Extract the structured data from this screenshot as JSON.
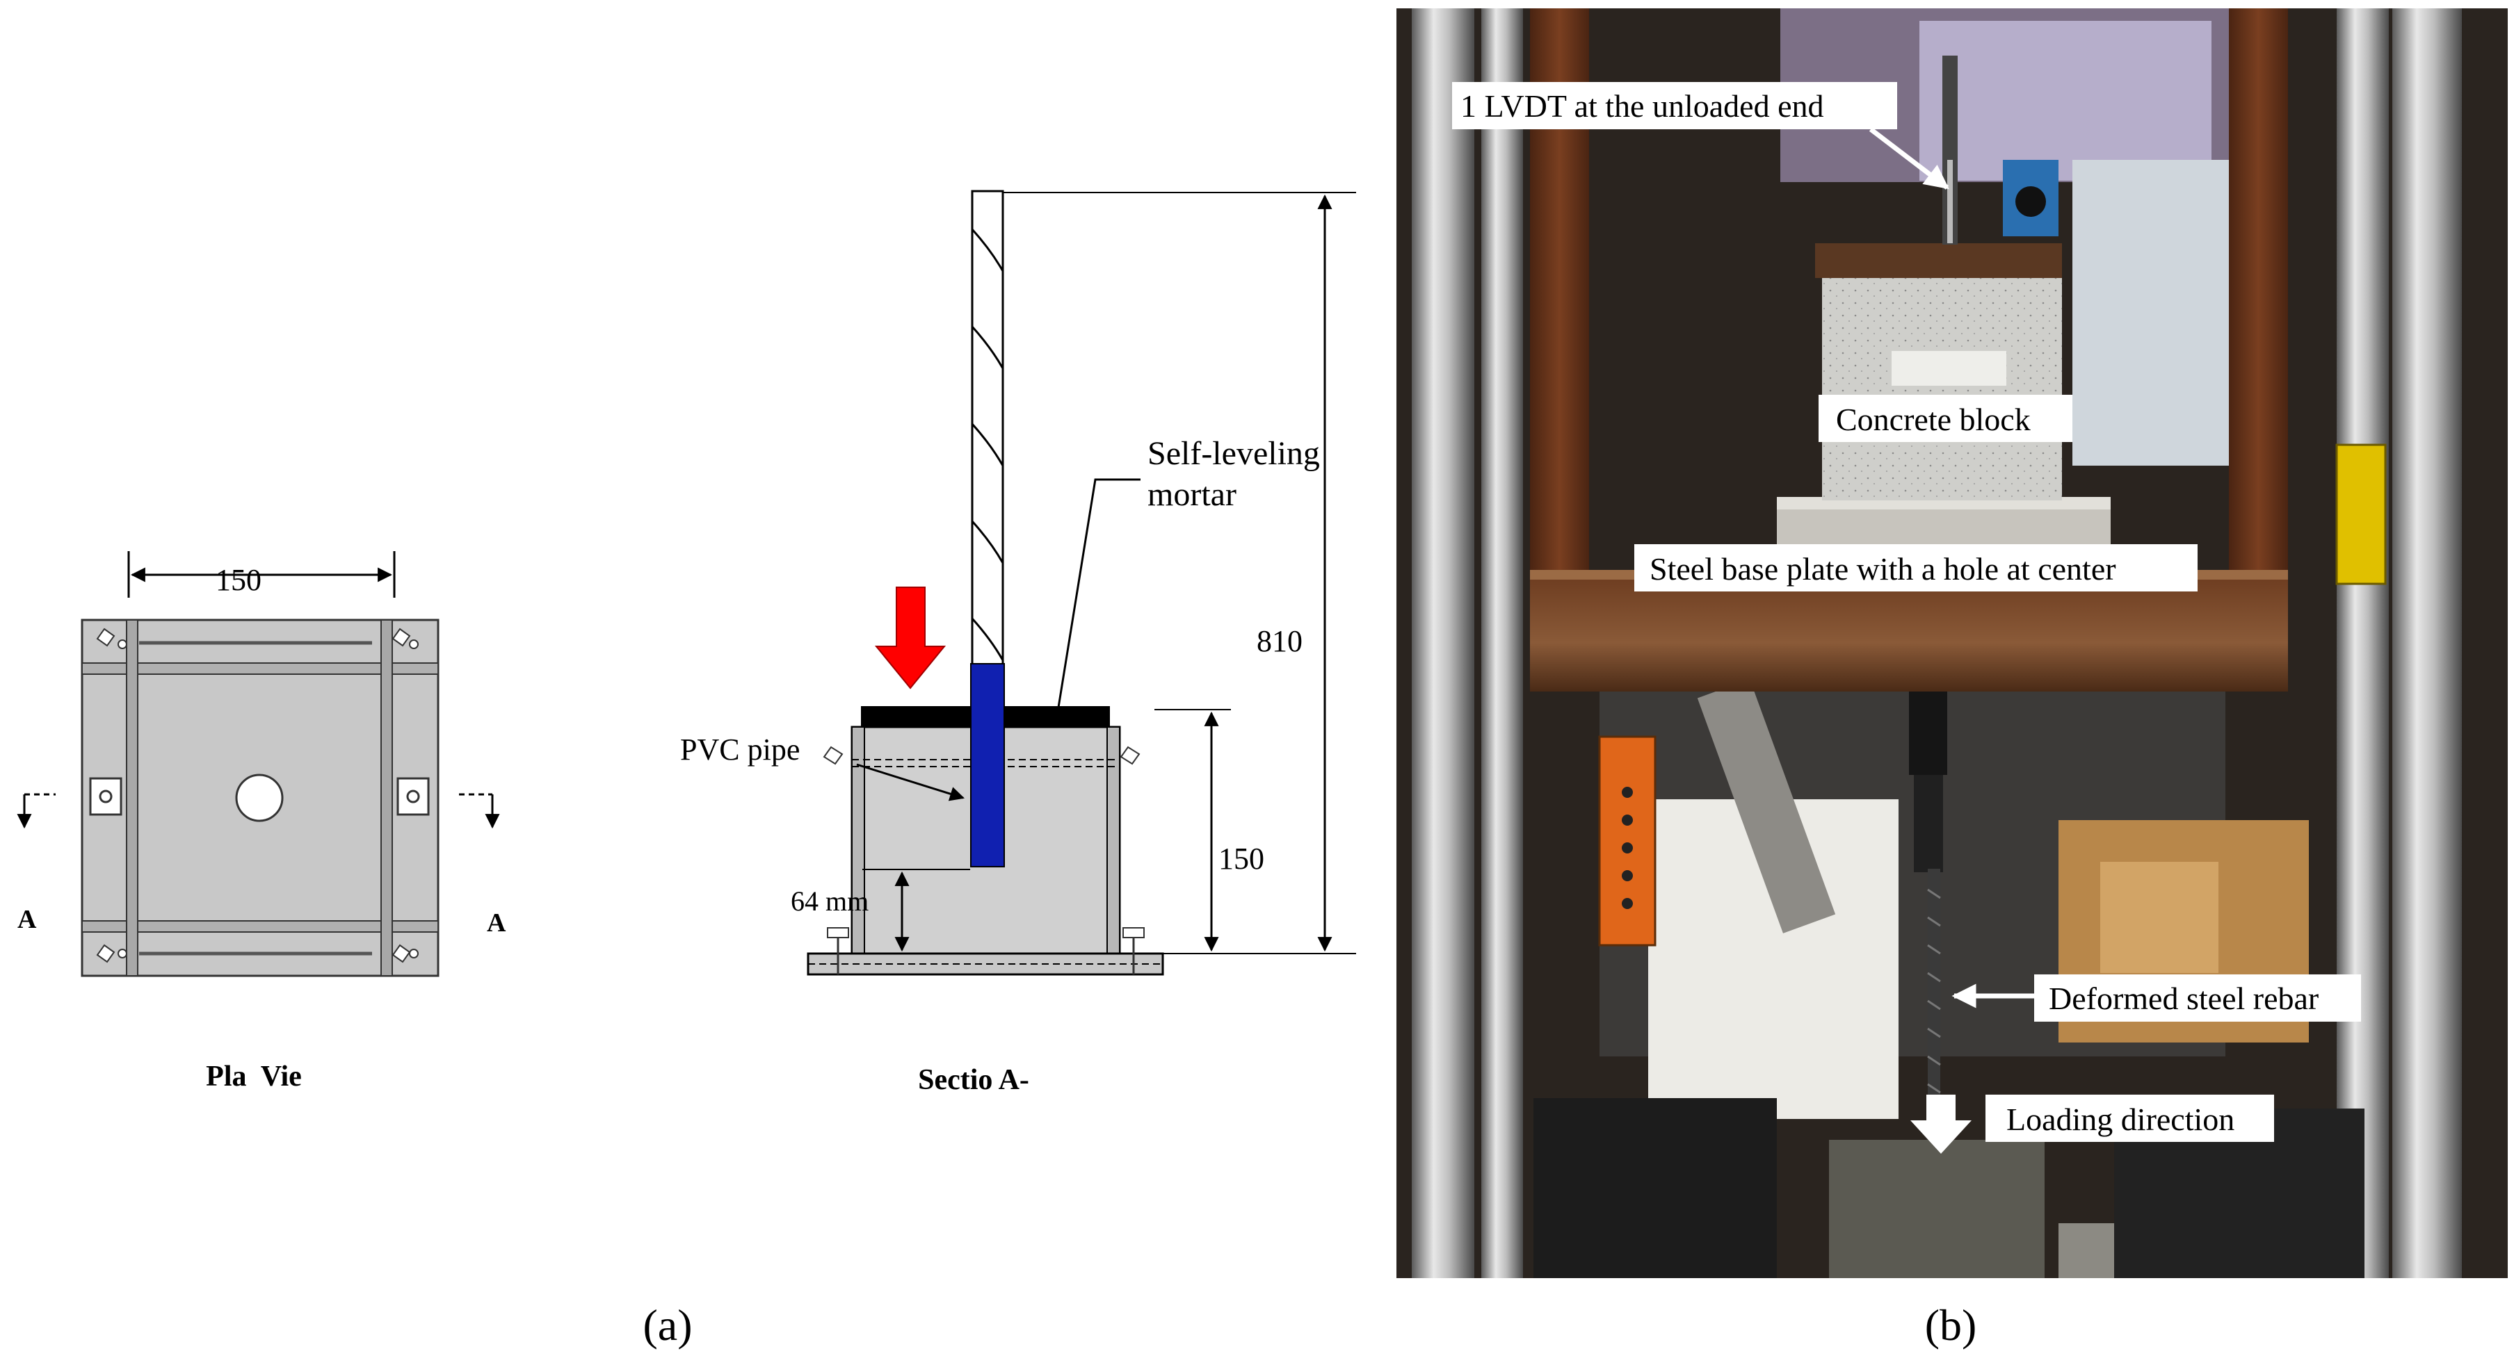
{
  "panel_a": {
    "caption": "(a)",
    "plan_view": {
      "dimension": "150",
      "section_mark_left": "A",
      "section_mark_right": "A",
      "caption": "Pla  Vie"
    },
    "section_view": {
      "label_mortar_line1": "Self-leveling",
      "label_mortar_line2": "mortar",
      "label_pvc": "PVC pipe",
      "dim_total": "810",
      "dim_block": "150",
      "dim_bond": "64 mm",
      "caption": "Sectio A-"
    },
    "colors": {
      "load_arrow": "#ff0000",
      "pvc_pipe": "#1020b0",
      "block": "#d0d0d0"
    }
  },
  "panel_b": {
    "caption": "(b)",
    "labels": {
      "lvdt": "1 LVDT at the unloaded end",
      "block": "Concrete block",
      "plate": "Steel base plate with a hole at center",
      "rebar": "Deformed steel rebar",
      "loading": "Loading direction"
    }
  }
}
